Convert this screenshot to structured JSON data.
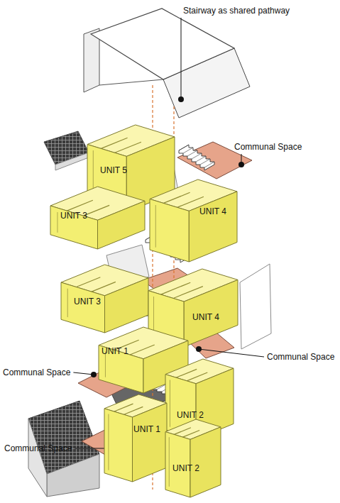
{
  "diagram": {
    "nodes": [
      {
        "text": [
          "UNIT 5"
        ]
      },
      {
        "text": [
          "UNIT 4"
        ]
      },
      {
        "text": [
          "UNIT 3"
        ]
      },
      {
        "text": [
          "UNIT 3"
        ]
      },
      {
        "text": [
          "UNIT 4"
        ]
      },
      {
        "text": [
          "UNIT 1"
        ]
      },
      {
        "text": [
          "UNIT 2"
        ]
      },
      {
        "text": [
          "UNIT 1"
        ]
      },
      {
        "text": [
          "UNIT 2"
        ]
      }
    ],
    "labels": [
      "Stairway as shared pathway",
      "Communal Space",
      "Communal Space",
      "Communal Space",
      "Communal Space"
    ]
  }
}
